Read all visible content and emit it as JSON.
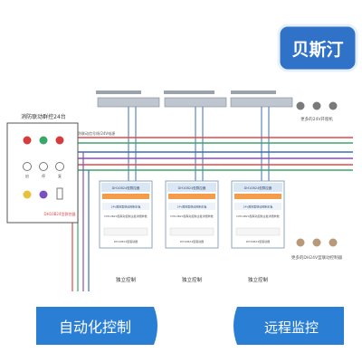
{
  "brand": {
    "logo_text": "贝斯汀"
  },
  "panel": {
    "title": "消防联动群控24台",
    "labels": [
      "启",
      "停",
      "复"
    ],
    "footer": "DH10B24型群控器"
  },
  "controllers": [
    {
      "label": "DH10B24型群控器",
      "board_title": "24V群控型联动控制主板",
      "board_desc": "DH10B24型联动控制主板详细参数",
      "device_label": "DH10B24型驱动器",
      "caption": "独立控制"
    },
    {
      "label": "DH10B24型群控器",
      "board_title": "24V群控型联动控制主板",
      "board_desc": "DH10B24型联动控制主板详细参数",
      "device_label": "DH10B24型驱动器",
      "caption": "独立控制"
    },
    {
      "label": "DH10B24型群控器",
      "board_title": "24V群控型联动控制主板",
      "board_desc": "DH10B24型联动控制主板详细参数",
      "device_label": "DH10B24型驱动器",
      "caption": "独立控制"
    }
  ],
  "more_top": "更多的24V开窗机",
  "more_bottom": "更多的DH24V型联动控制器",
  "bus_label": "消防联动信号线/24V电源",
  "buttons": {
    "left": "自动化控制",
    "right": "远程监控"
  },
  "colors": {
    "brand_blue": "#2f72c8",
    "button_blue": "#2a7fd4",
    "line_red": "#e04a4a",
    "line_green": "#3aa66a",
    "line_purple": "#8a4fb0"
  }
}
